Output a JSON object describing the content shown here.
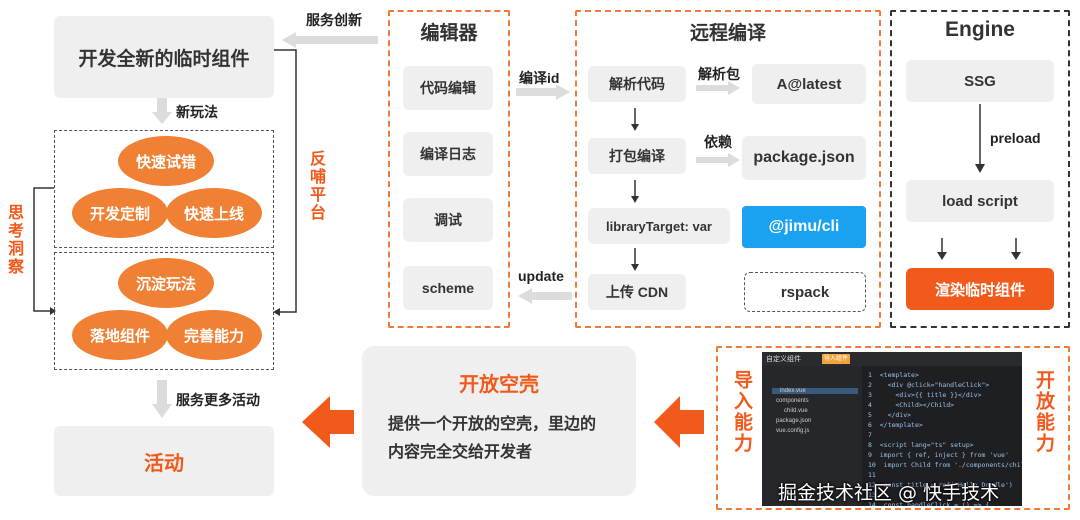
{
  "left": {
    "top_box": "开发全新的临时组件",
    "service_innovation": "服务创新",
    "new_play": "新玩法",
    "think": "思考洞察",
    "feedback": "反哺平台",
    "circles_top": [
      "快速试错",
      "开发定制",
      "快速上线"
    ],
    "circles_bottom": [
      "沉淀玩法",
      "落地组件",
      "完善能力"
    ],
    "more_activity": "服务更多活动",
    "activity": "活动"
  },
  "editor": {
    "title": "编辑器",
    "items": [
      "代码编辑",
      "编译日志",
      "调试",
      "scheme"
    ],
    "compile_id": "编译id",
    "update": "update"
  },
  "remote": {
    "title": "远程编译",
    "steps": [
      "解析代码",
      "打包编译",
      "libraryTarget: var",
      "上传 CDN"
    ],
    "parse_pkg": "解析包",
    "depends": "依赖",
    "right_items": [
      "A@latest",
      "package.json",
      "@jimu/cli",
      "rspack"
    ]
  },
  "engine": {
    "title": "Engine",
    "ssg": "SSG",
    "preload": "preload",
    "load_script": "load script",
    "render": "渲染临时组件"
  },
  "open_shell": {
    "title": "开放空壳",
    "desc": "提供一个开放的空壳，里边的内容完全交给开发者"
  },
  "import_ability": "导入能力",
  "open_ability": "开放能力",
  "screenshot": {
    "title": "自定义组件",
    "button": "导入组件",
    "files": [
      "index.vue",
      "components",
      "child.vue",
      "package.json",
      "vue.config.js"
    ],
    "code_lines": [
      "<template>",
      "  <div @click=\"handleClick\">",
      "    <div>{{ title }}</div>",
      "    <Child></Child>",
      "  </div>",
      "</template>",
      "",
      "<script lang=\"ts\" setup>",
      "import { ref, inject } from 'vue'",
      "import Child from './components/child.vue'",
      "",
      "const title = ref('Hello Doodle')",
      "",
      "const handleClick = () => {"
    ]
  },
  "watermark": "掘金技术社区 @ 快手技术",
  "colors": {
    "accent": "#f25a1c",
    "blue": "#1aa2f0",
    "gray": "#efefef"
  }
}
